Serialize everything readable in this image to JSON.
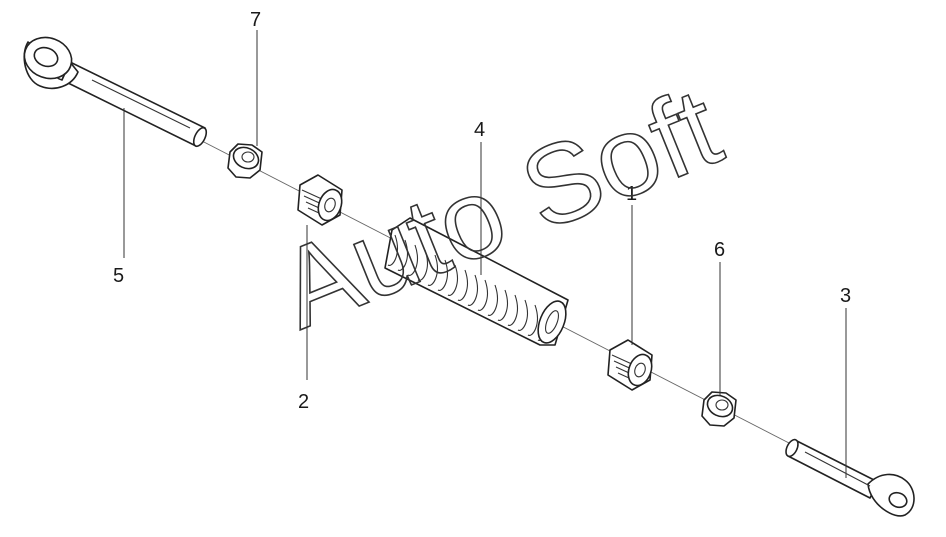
{
  "watermark": "Auto Soft",
  "callouts": [
    {
      "id": "label-1",
      "text": "1"
    },
    {
      "id": "label-2",
      "text": "2"
    },
    {
      "id": "label-3",
      "text": "3"
    },
    {
      "id": "label-4",
      "text": "4"
    },
    {
      "id": "label-5",
      "text": "5"
    },
    {
      "id": "label-6",
      "text": "6"
    },
    {
      "id": "label-7",
      "text": "7"
    }
  ]
}
